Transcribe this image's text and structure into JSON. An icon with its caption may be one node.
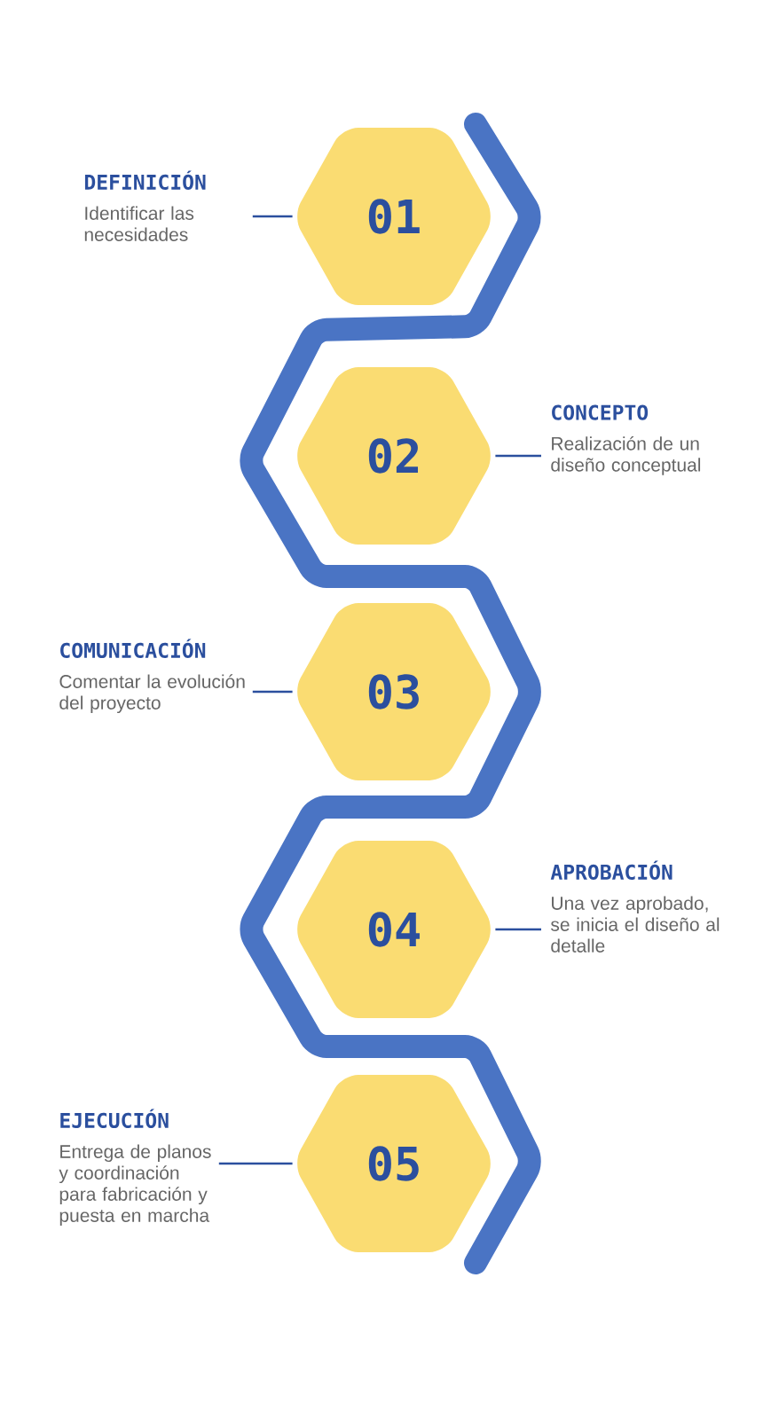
{
  "diagram": {
    "nodes": [
      {
        "text": [
          "DEFINICIÓN",
          "Identificar las necesidades"
        ]
      },
      {
        "text": [
          "01"
        ]
      },
      {
        "text": [
          "02"
        ]
      },
      {
        "text": [
          "CONCEPTO",
          "Realización de un diseño conceptual"
        ]
      },
      {
        "text": [
          "COMUNICACIÓN",
          "Comentar la evolución del proyecto"
        ]
      },
      {
        "text": [
          "03"
        ]
      },
      {
        "text": [
          "04"
        ]
      },
      {
        "text": [
          "APROBACIÓN",
          "Una vez aprobado, se inicia el diseño al detalle"
        ]
      },
      {
        "text": [
          "EJECUCIÓN",
          "Entrega de planos y coordinación para fabricación y puesta en marcha"
        ]
      },
      {
        "text": [
          "05"
        ]
      }
    ],
    "edges": [
      {
        "from": 0,
        "to": 1,
        "arrow": "none"
      },
      {
        "from": 2,
        "to": 3,
        "arrow": "none"
      },
      {
        "from": 4,
        "to": 5,
        "arrow": "none"
      },
      {
        "from": 6,
        "to": 7,
        "arrow": "none"
      },
      {
        "from": 8,
        "to": 9,
        "arrow": "none"
      }
    ]
  }
}
